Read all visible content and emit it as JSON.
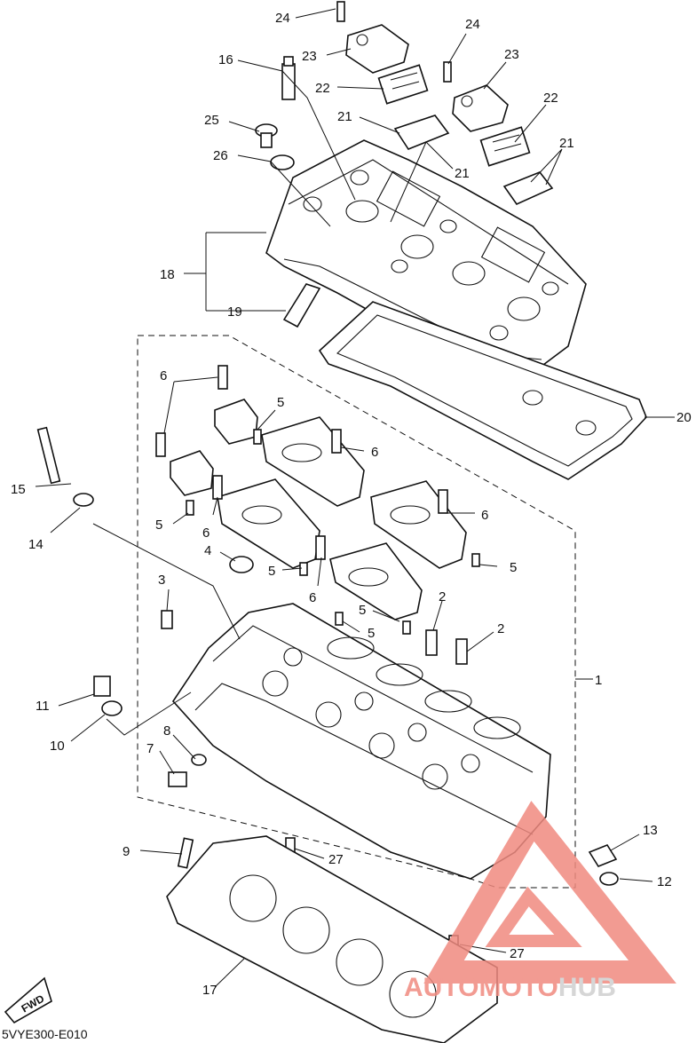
{
  "diagram": {
    "reference_code": "5VYE300-E010",
    "fwd_label": "FWD",
    "callouts": [
      {
        "id": "c24a",
        "label": "24"
      },
      {
        "id": "c23a",
        "label": "23"
      },
      {
        "id": "c16",
        "label": "16"
      },
      {
        "id": "c22a",
        "label": "22"
      },
      {
        "id": "c21a",
        "label": "21"
      },
      {
        "id": "c25",
        "label": "25"
      },
      {
        "id": "c26",
        "label": "26"
      },
      {
        "id": "c24b",
        "label": "24"
      },
      {
        "id": "c23b",
        "label": "23"
      },
      {
        "id": "c22b",
        "label": "22"
      },
      {
        "id": "c21b",
        "label": "21"
      },
      {
        "id": "c21c",
        "label": "21"
      },
      {
        "id": "c18",
        "label": "18"
      },
      {
        "id": "c19",
        "label": "19"
      },
      {
        "id": "c20",
        "label": "20"
      },
      {
        "id": "c6a",
        "label": "6"
      },
      {
        "id": "c5a",
        "label": "5"
      },
      {
        "id": "c6b",
        "label": "6"
      },
      {
        "id": "c15",
        "label": "15"
      },
      {
        "id": "c14",
        "label": "14"
      },
      {
        "id": "c5b",
        "label": "5"
      },
      {
        "id": "c6c",
        "label": "6"
      },
      {
        "id": "c6d",
        "label": "6"
      },
      {
        "id": "c4",
        "label": "4"
      },
      {
        "id": "c5c",
        "label": "5"
      },
      {
        "id": "c5d",
        "label": "5"
      },
      {
        "id": "c6e",
        "label": "6"
      },
      {
        "id": "c3",
        "label": "3"
      },
      {
        "id": "c2a",
        "label": "2"
      },
      {
        "id": "c5e",
        "label": "5"
      },
      {
        "id": "c5f",
        "label": "5"
      },
      {
        "id": "c2b",
        "label": "2"
      },
      {
        "id": "c1",
        "label": "1"
      },
      {
        "id": "c11",
        "label": "11"
      },
      {
        "id": "c10",
        "label": "10"
      },
      {
        "id": "c8",
        "label": "8"
      },
      {
        "id": "c7",
        "label": "7"
      },
      {
        "id": "c13",
        "label": "13"
      },
      {
        "id": "c9",
        "label": "9"
      },
      {
        "id": "c27a",
        "label": "27"
      },
      {
        "id": "c12",
        "label": "12"
      },
      {
        "id": "c27b",
        "label": "27"
      },
      {
        "id": "c17",
        "label": "17"
      }
    ]
  },
  "watermark": {
    "text_a": "AUTO",
    "text_b": "MOTO",
    "text_c": "HUB",
    "color_primary": "#f08a80",
    "color_secondary": "#cfcfcf"
  }
}
